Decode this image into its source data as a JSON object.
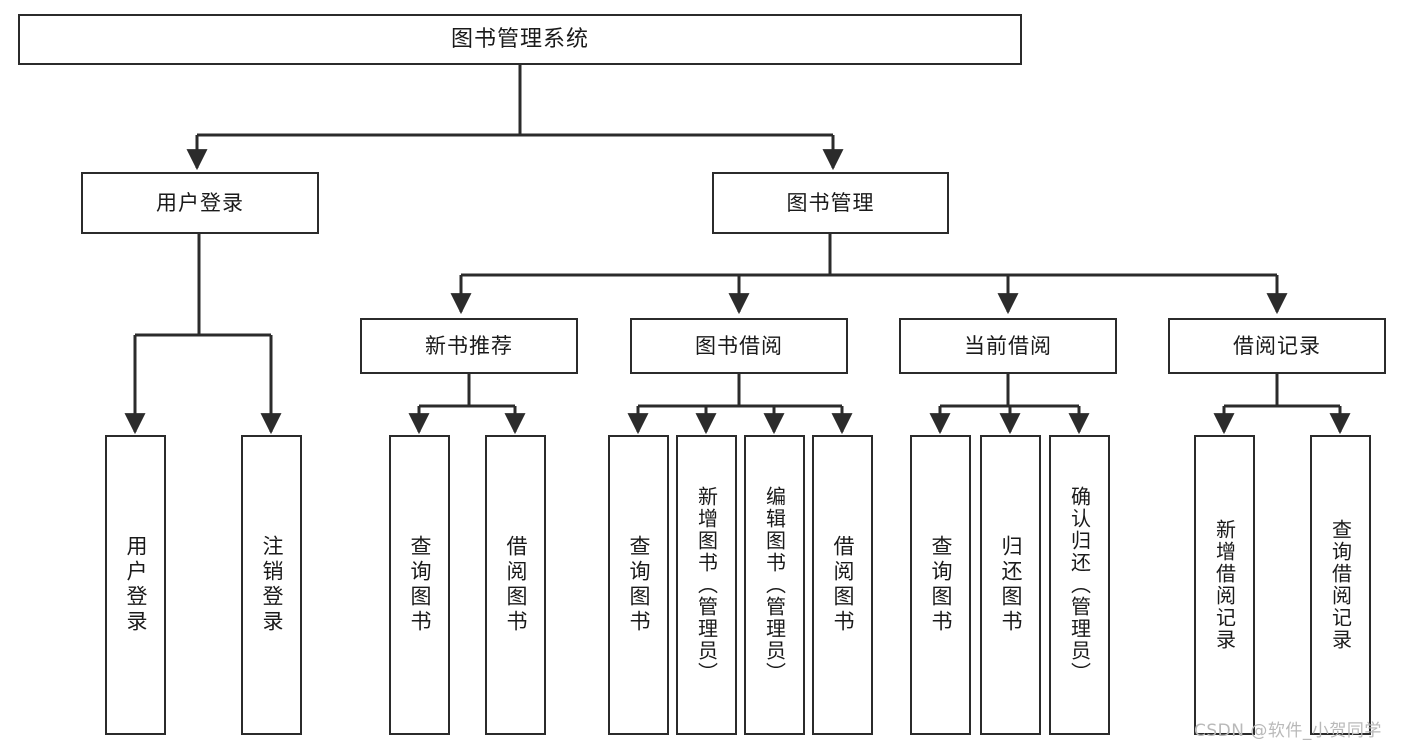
{
  "diagram": {
    "type": "tree",
    "title": "图书管理系统",
    "watermark": "CSDN @软件_小贺同学",
    "colors": {
      "box_border": "#2b2b2b",
      "box_fill": "#ffffff",
      "connector": "#2b2b2b",
      "text": "#1a1a1a",
      "watermark": "#b9b9b9",
      "background": "#ffffff"
    }
  },
  "nodes": {
    "root": {
      "label": "图书管理系统"
    },
    "level2": [
      {
        "label": "用户登录"
      },
      {
        "label": "图书管理"
      }
    ],
    "level3": [
      {
        "label": "新书推荐"
      },
      {
        "label": "图书借阅"
      },
      {
        "label": "当前借阅"
      },
      {
        "label": "借阅记录"
      }
    ],
    "leaves": {
      "user_login": [
        {
          "label": "用户登录"
        },
        {
          "label": "注销登录"
        }
      ],
      "new_book_recommend": [
        {
          "label": "查询图书"
        },
        {
          "label": "借阅图书"
        }
      ],
      "book_borrow": [
        {
          "label": "查询图书"
        },
        {
          "label": "新增图书（管理员）"
        },
        {
          "label": "编辑图书（管理员）"
        },
        {
          "label": "借阅图书"
        }
      ],
      "current_borrow": [
        {
          "label": "查询图书"
        },
        {
          "label": "归还图书"
        },
        {
          "label": "确认归还（管理员）"
        }
      ],
      "borrow_record": [
        {
          "label": "新增借阅记录"
        },
        {
          "label": "查询借阅记录"
        }
      ]
    }
  }
}
